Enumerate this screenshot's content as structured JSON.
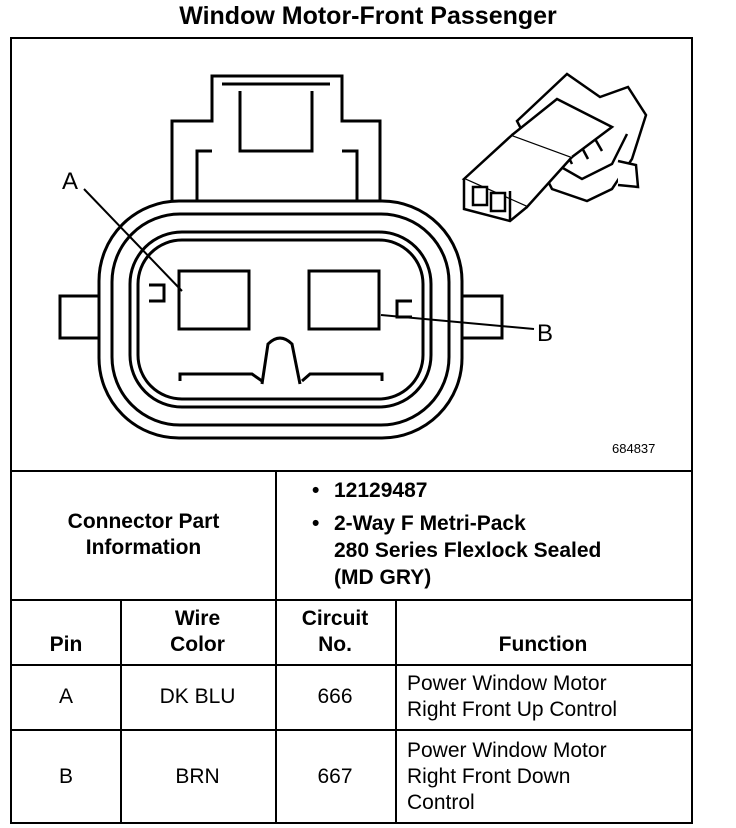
{
  "title": "Window Motor-Front Passenger",
  "diagram": {
    "callout_a": "A",
    "callout_b": "B",
    "ref_number": "684837"
  },
  "connector_info": {
    "label_line1": "Connector Part",
    "label_line2": "Information",
    "part_number": "12129487",
    "desc_line1": "2-Way F Metri-Pack",
    "desc_line2": "280 Series Flexlock Sealed",
    "desc_line3": "(MD GRY)"
  },
  "table": {
    "headers": {
      "pin": "Pin",
      "wire_line1": "Wire",
      "wire_line2": "Color",
      "circuit_line1": "Circuit",
      "circuit_line2": "No.",
      "function": "Function"
    },
    "rows": [
      {
        "pin": "A",
        "color": "DK BLU",
        "circuit": "666",
        "func_line1": "Power Window Motor",
        "func_line2": "Right Front Up Control",
        "func_line3": ""
      },
      {
        "pin": "B",
        "color": "BRN",
        "circuit": "667",
        "func_line1": "Power Window Motor",
        "func_line2": "Right Front Down",
        "func_line3": "Control"
      }
    ]
  }
}
